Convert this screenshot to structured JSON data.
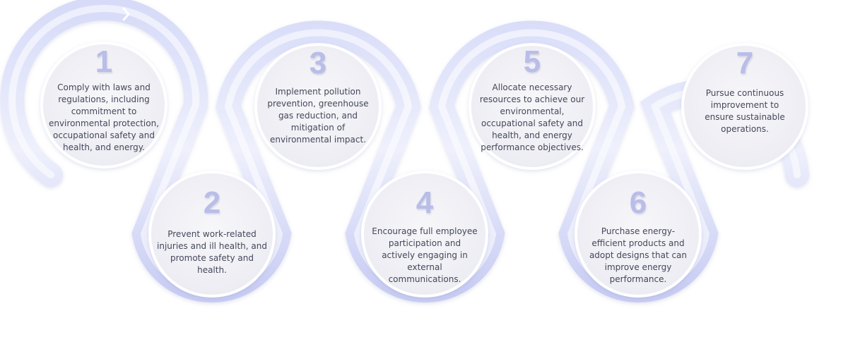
{
  "steps": [
    {
      "number": "1",
      "text": "Comply with laws and regulations, including commitment to environmental protection, occupational safety and health, and energy."
    },
    {
      "number": "2",
      "text": "Prevent work-related injuries and ill health, and promote safety and health."
    },
    {
      "number": "3",
      "text": "Implement pollution prevention, greenhouse gas reduction, and mitigation of environmental impact."
    },
    {
      "number": "4",
      "text": "Encourage full employee participation and actively engaging in external communications."
    },
    {
      "number": "5",
      "text": "Allocate necessary resources to achieve our environmental, occupational safety and health, and energy performance objectives."
    },
    {
      "number": "6",
      "text": "Purchase energy-efficient products and adopt designs that can improve energy performance."
    },
    {
      "number": "7",
      "text": "Pursue continuous improvement to ensure sustainable operations."
    }
  ],
  "colors": {
    "ribbon_light": "#e6e8fa",
    "ribbon_mid": "#c5c9f2",
    "circle_fill": "#f3f3f8",
    "number": "#b9bde8",
    "text": "#45475a"
  }
}
